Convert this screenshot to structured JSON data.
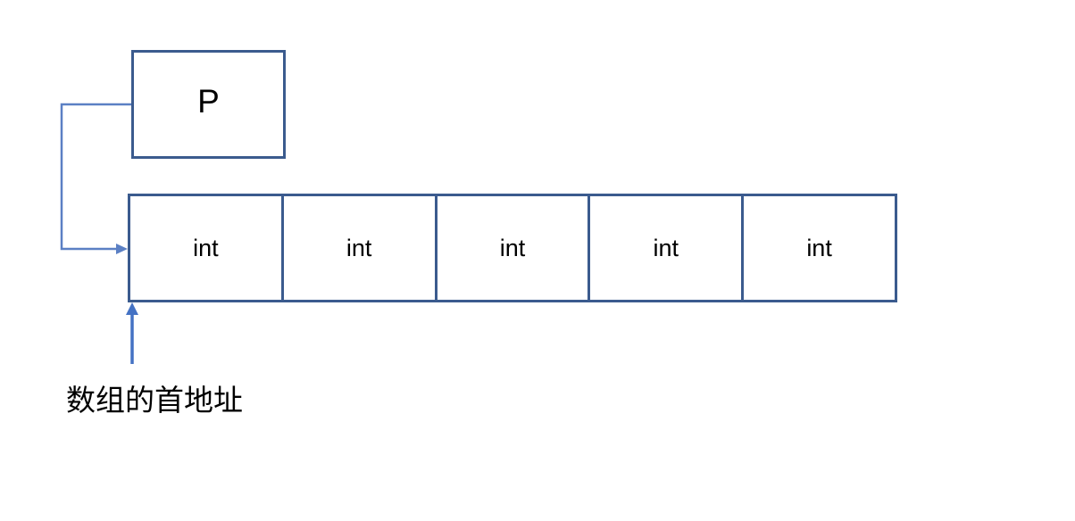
{
  "diagram": {
    "pointer_box": {
      "label": "P"
    },
    "array": {
      "cells": [
        "int",
        "int",
        "int",
        "int",
        "int"
      ]
    },
    "caption": "数组的首地址",
    "colors": {
      "box_border": "#3b5b8e",
      "connector": "#5b80c4",
      "arrow": "#4472c4",
      "text": "#000000",
      "background": "#ffffff"
    }
  }
}
